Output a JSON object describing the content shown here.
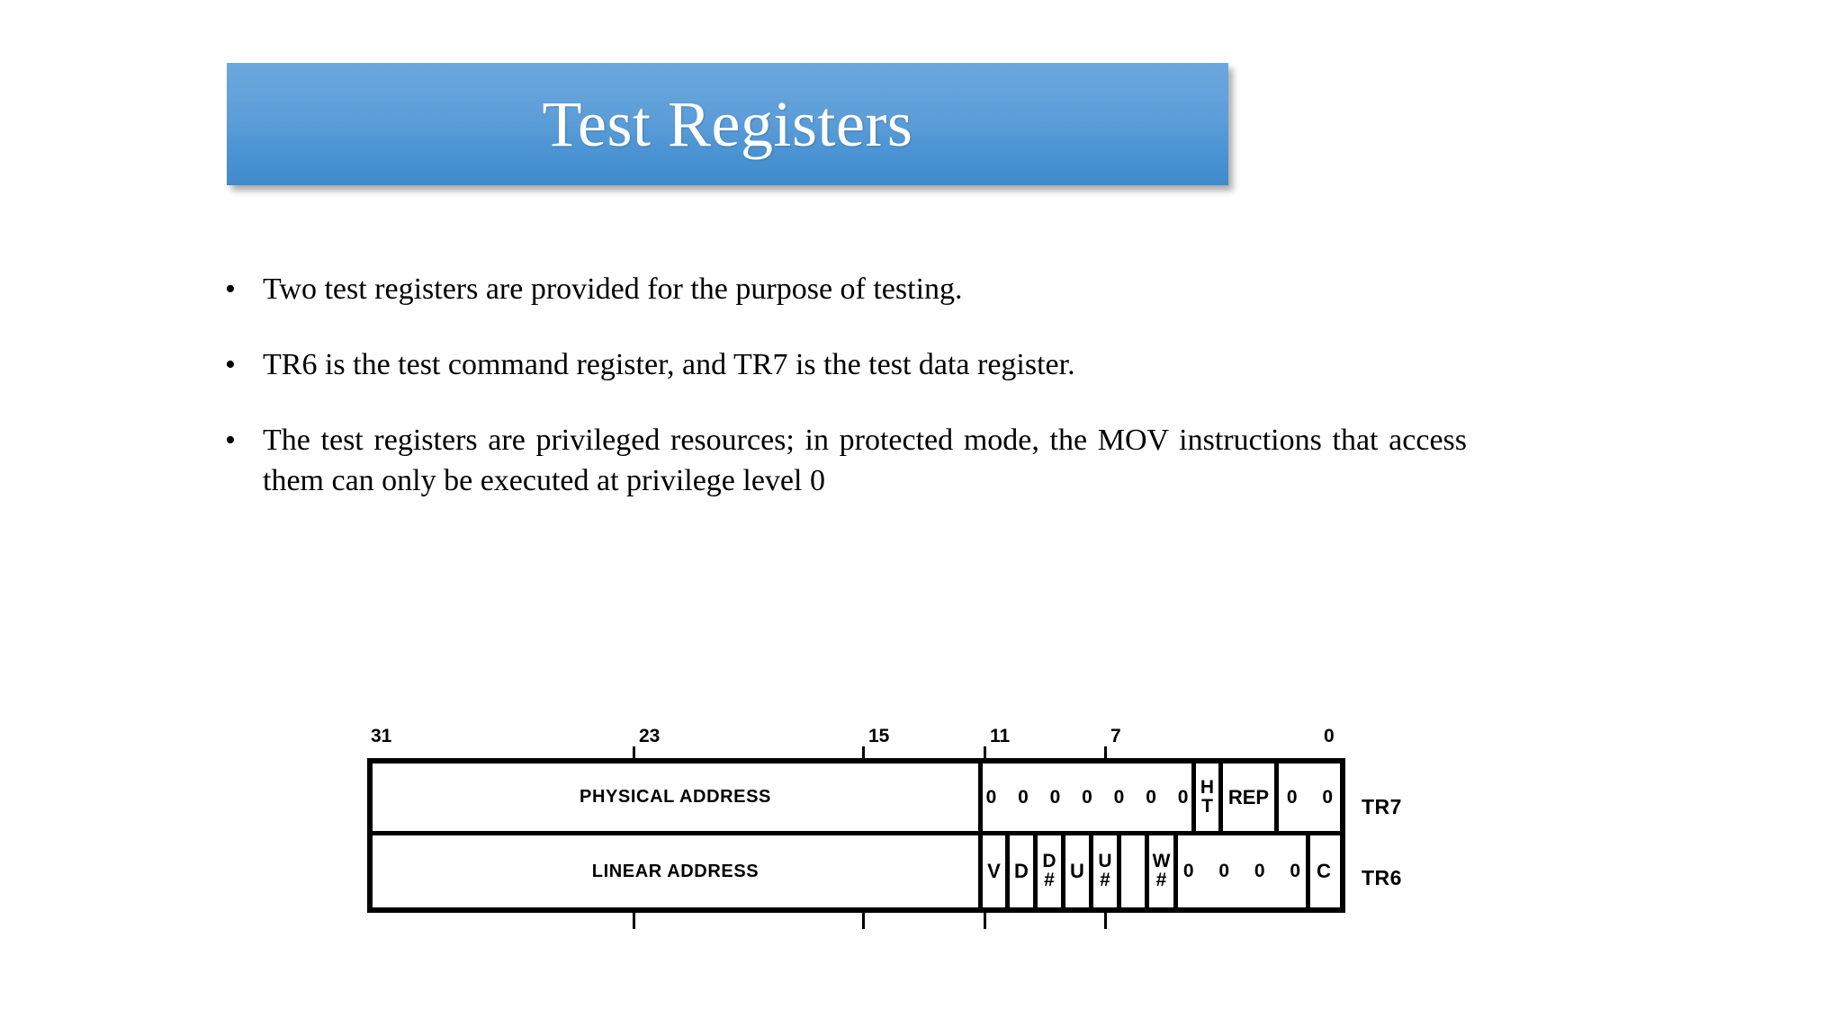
{
  "slide": {
    "title": "Test Registers",
    "title_banner_color_top": "#6ba7de",
    "title_banner_color_bottom": "#3f8bcc",
    "title_text_color": "#ffffff",
    "background_color": "#ffffff"
  },
  "bullets": [
    {
      "marker": "•",
      "text": "Two test registers are provided for the purpose of testing."
    },
    {
      "marker": "•",
      "text": "TR6 is the test command register, and TR7 is the test data register."
    },
    {
      "marker": "•",
      "text": "The test registers are privileged resources; in protected mode, the MOV instructions that access them can only be executed at privilege level 0"
    }
  ],
  "diagram": {
    "bit_labels": [
      "31",
      "23",
      "15",
      "11",
      "7",
      "0"
    ],
    "rows": [
      {
        "register": "TR7",
        "main_field": "PHYSICAL ADDRESS",
        "fields": [
          {
            "label": "0 0 0 0 0 0 0",
            "kind": "zeros"
          },
          {
            "label_top": "H",
            "label_bottom": "T",
            "kind": "stacked"
          },
          {
            "label": "REP",
            "kind": "text"
          },
          {
            "label": "0 0",
            "kind": "zeros-small"
          }
        ]
      },
      {
        "register": "TR6",
        "main_field": "LINEAR ADDRESS",
        "fields": [
          {
            "label": "V",
            "kind": "text"
          },
          {
            "label": "D",
            "kind": "text"
          },
          {
            "label_top": "D",
            "label_bottom": "#",
            "kind": "stacked"
          },
          {
            "label": "U",
            "kind": "text"
          },
          {
            "label_top": "U",
            "label_bottom": "#",
            "kind": "stacked"
          },
          {
            "label": "",
            "kind": "blank"
          },
          {
            "label_top": "W",
            "label_bottom": "#",
            "kind": "stacked"
          },
          {
            "label": "0 0 0 0",
            "kind": "zeros-small"
          },
          {
            "label": "C",
            "kind": "text"
          }
        ]
      }
    ]
  }
}
